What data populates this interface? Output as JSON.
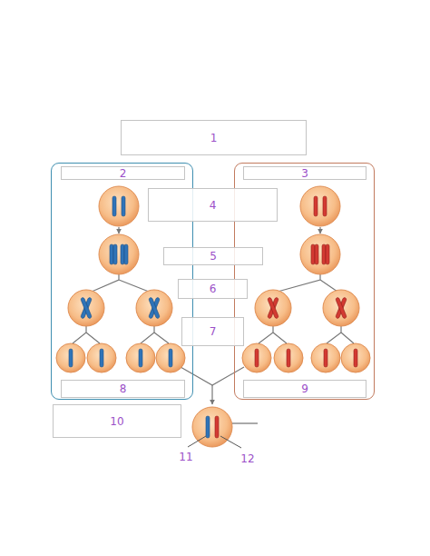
{
  "diagram": {
    "nodes": [
      {
        "text": [
          "1"
        ]
      },
      {
        "text": [
          "2"
        ]
      },
      {
        "text": [
          "3"
        ]
      },
      {
        "text": [
          "4"
        ]
      },
      {
        "text": [
          "5"
        ]
      },
      {
        "text": [
          "6"
        ]
      },
      {
        "text": [
          "7"
        ]
      },
      {
        "text": [
          "8"
        ],
        "in": 1
      },
      {
        "text": [
          "9"
        ],
        "in": 2
      },
      {
        "text": [
          "10"
        ]
      }
    ],
    "labels": [
      "11",
      "12"
    ]
  }
}
